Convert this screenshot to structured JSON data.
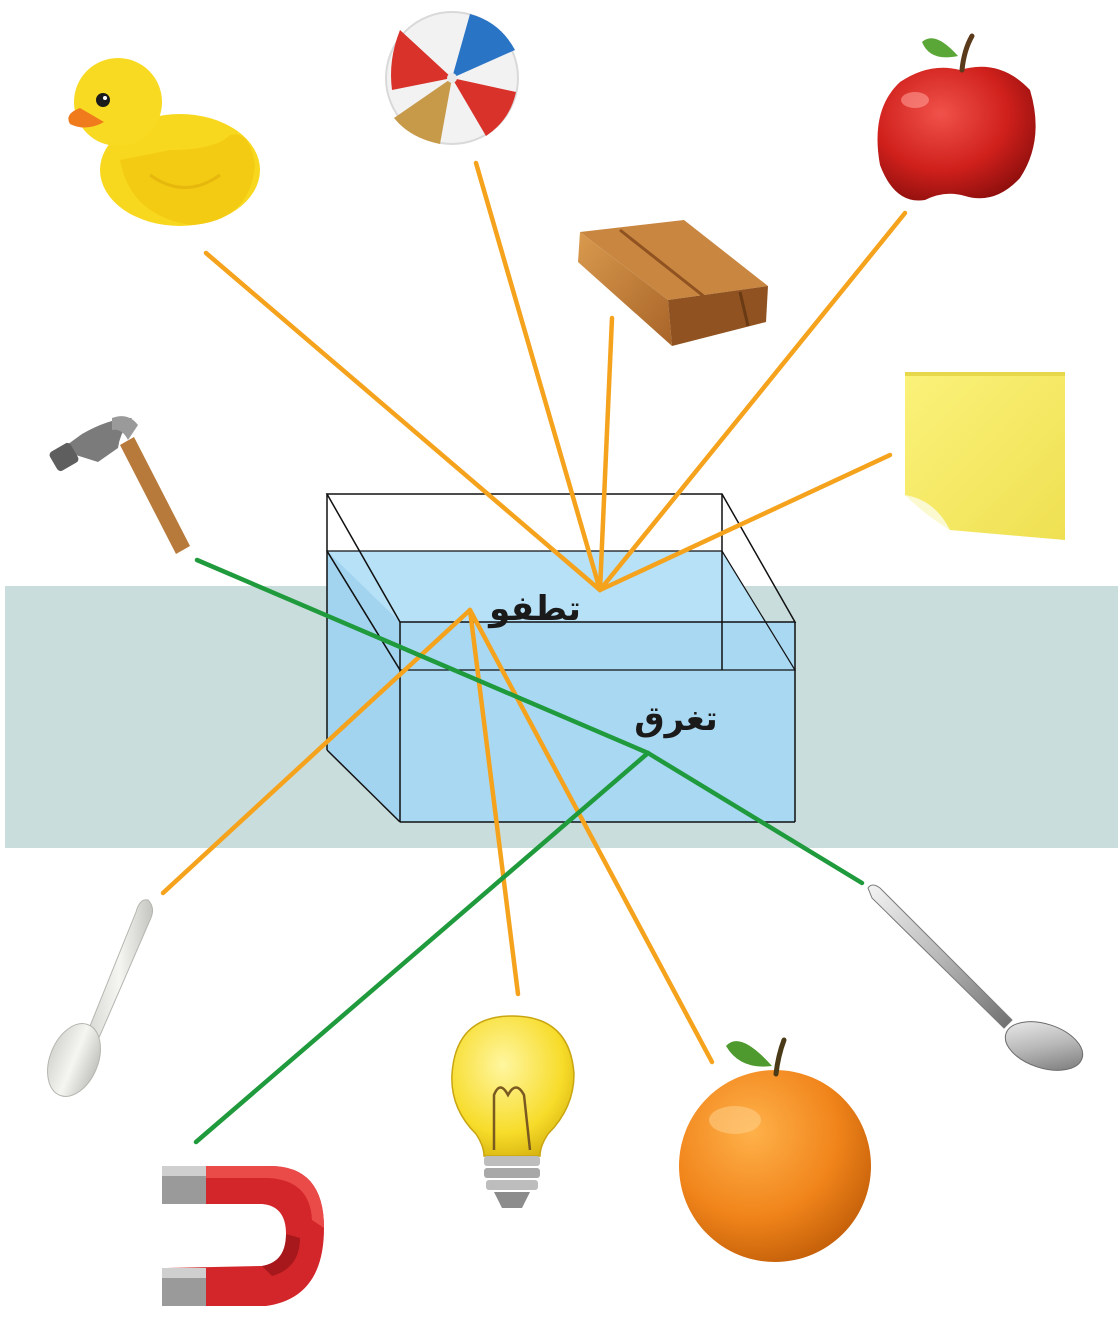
{
  "labels": {
    "float": "تطفو",
    "sink": "تغرق"
  },
  "colors": {
    "background": "#ffffff",
    "band": "#c9dedc",
    "water": "#a9d8f2",
    "float_line": "#f5a21c",
    "sink_line": "#1f9a3c"
  },
  "objects": {
    "float": [
      "duck",
      "beach-ball",
      "apple",
      "wooden-plank",
      "sticky-note",
      "plastic-spoon",
      "light-bulb",
      "orange"
    ],
    "sink": [
      "hammer",
      "metal-spoon",
      "magnet"
    ]
  }
}
